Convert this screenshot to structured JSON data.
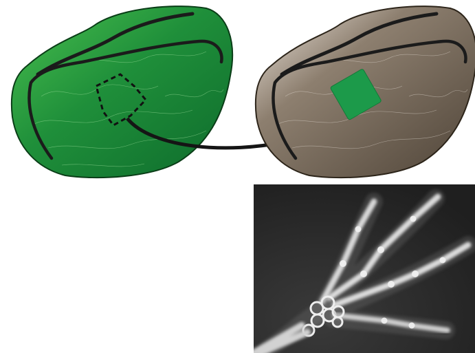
{
  "figure": {
    "donor_tissue": {
      "name": "green-tissue-graft-donor",
      "colors": {
        "base": "#1f8f3a",
        "dark": "#0e6b2c",
        "light": "#49c04f",
        "texture": "#a9e6a4"
      }
    },
    "graft_region": {
      "style": "dashed",
      "color": "#111111"
    },
    "transfer_arrow": {
      "color": "#151515"
    },
    "recipient_tissue": {
      "name": "brown-tissue-graft-recipient",
      "colors": {
        "base": "#6b5f50",
        "dark": "#4e4337",
        "light": "#c9bdb0",
        "texture": "#ede6de"
      },
      "graft_color": "#1c9a4a"
    },
    "ridge_color": "#1b1b1b",
    "xray": {
      "name": "limb-skeleton-xray",
      "background": "#2a2a2a",
      "bone_color": "#dcdcdc"
    }
  }
}
